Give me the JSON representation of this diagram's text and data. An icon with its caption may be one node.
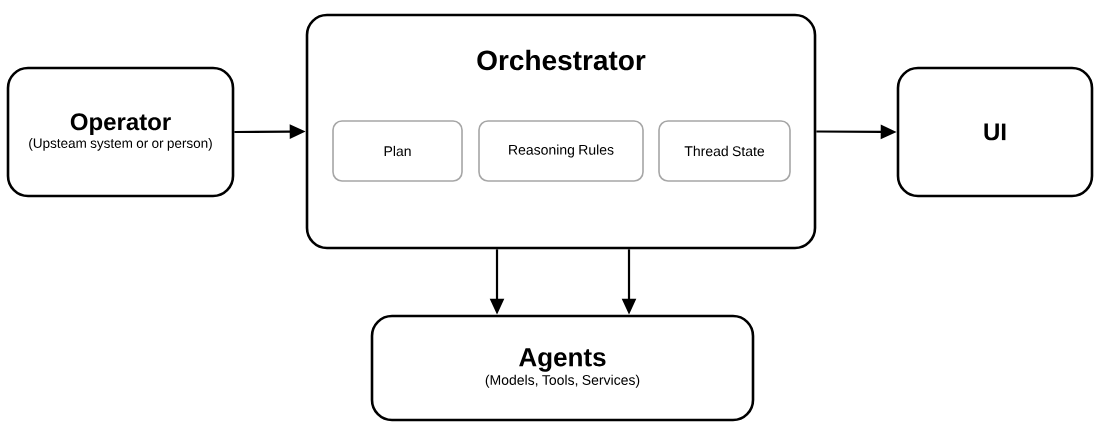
{
  "diagram": {
    "nodes": [
      {
        "text": [
          "Operator",
          "(Upsteam system or or person)"
        ]
      },
      {
        "text": [
          "Orchestrator"
        ]
      },
      {
        "text": [
          "Plan"
        ],
        "in": 1
      },
      {
        "text": [
          "Reasoning Rules"
        ],
        "in": 1
      },
      {
        "text": [
          "Thread State"
        ],
        "in": 1
      },
      {
        "text": [
          "UI"
        ]
      },
      {
        "text": [
          "Agents",
          "(Models, Tools, Services)"
        ]
      }
    ],
    "edges": [
      {
        "from": 0,
        "to": 1,
        "arrow": "to"
      },
      {
        "from": 1,
        "to": 5,
        "arrow": "to"
      },
      {
        "from": 1,
        "to": 6,
        "arrow": "to"
      },
      {
        "from": 1,
        "to": 6,
        "arrow": "to"
      }
    ]
  }
}
